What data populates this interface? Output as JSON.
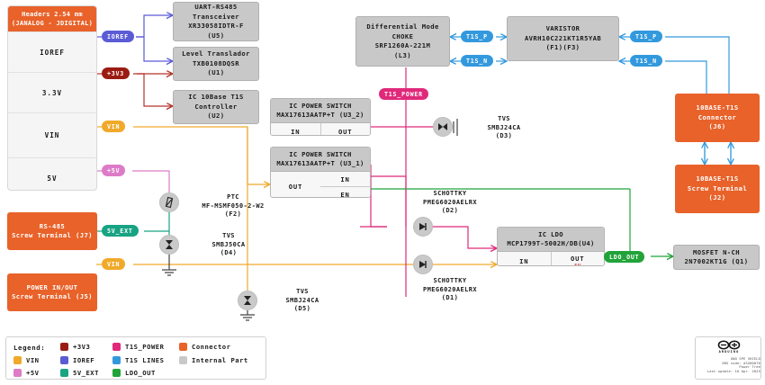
{
  "header_panel": {
    "title": "Headers 2.54 mm\n(JANALOG - JDIGITAL)",
    "rows": [
      "IOREF",
      "3.3V",
      "VIN",
      "5V"
    ]
  },
  "connectors": {
    "rs485_screw": "RS-485\nScrew Terminal (J7)",
    "power_screw": "POWER IN/OUT\nScrew Terminal (J5)",
    "t1s_connector": "10BASE-T1S\nConnector\n(J6)",
    "t1s_screw": "10BASE-T1S\nScrew Terminal\n(J2)"
  },
  "internal_parts": {
    "transceiver": "UART-RS485\nTransceiver\nXR33058IDTR-F\n(U5)",
    "level_translator": "Level Translador\nTXB0108DQSR\n(U1)",
    "t1s_controller": "IC 10Base T1S\nController\n(U2)",
    "choke": "Differential Mode\nCHOKE\nSRF1260A-221M\n(L3)",
    "varistor": "VARISTOR\nAVRH10C221KT1R5YAB\n(F1)(F3)",
    "mosfet": "MOSFET N-CH\n2N7002KT1G  (Q1)"
  },
  "power_switches": [
    {
      "caption": "IC POWER SWITCH\nMAX17613AATP+T  (U3_2)",
      "pins": [
        "IN",
        "OUT"
      ]
    },
    {
      "caption": "IC POWER SWITCH\nMAX17613AATP+T  (U3_1)",
      "pin_left": "OUT",
      "pins_right": [
        "IN",
        "EN"
      ]
    }
  ],
  "ldo": {
    "caption": "IC LDO\nMCP1799T-5002H/DB(U4)",
    "pin_in": "IN",
    "pin_out": "OUT",
    "pin_out_sub": "5V"
  },
  "discretes": [
    {
      "name": "ptc-f2",
      "label": "PTC\nMF-MSMF050-2-W2\n(F2)",
      "glyph": "ptc"
    },
    {
      "name": "tvs-d4",
      "label": "TVS\nSMBJ50CA\n(D4)",
      "glyph": "tvs"
    },
    {
      "name": "tvs-d5",
      "label": "TVS\nSMBJ24CA\n(D5)",
      "glyph": "tvs"
    },
    {
      "name": "tvs-d3",
      "label": "TVS\nSMBJ24CA\n(D3)",
      "glyph": "tvs"
    },
    {
      "name": "schottky-d2",
      "label": "SCHOTTKY\nPMEG6020AELRX\n(D2)",
      "glyph": "diode"
    },
    {
      "name": "schottky-d1",
      "label": "SCHOTTKY\nPMEG6020AELRX\n(D1)",
      "glyph": "diode"
    }
  ],
  "nets": {
    "ioref": {
      "label": "IOREF",
      "color": "#5b5bd6"
    },
    "v3v3": {
      "label": "+3V3",
      "color": "#9b1b13"
    },
    "vin": {
      "label": "VIN",
      "color": "#f0a92a"
    },
    "v5v": {
      "label": "+5V",
      "color": "#dd7bc8"
    },
    "v5v_ext": {
      "label": "5V_EXT",
      "color": "#18a383"
    },
    "t1s_power": {
      "label": "T1S_POWER",
      "color": "#e0297a"
    },
    "t1s_p": {
      "label": "T1S_P",
      "color": "#3399dd"
    },
    "t1s_n": {
      "label": "T1S_N",
      "color": "#3399dd"
    },
    "ldo_out": {
      "label": "LDO_OUT",
      "color": "#22a33a"
    }
  },
  "legend": {
    "title": "Legend:",
    "items": [
      {
        "label": "+3V3",
        "color": "#9b1b13"
      },
      {
        "label": "T1S_POWER",
        "color": "#e0297a"
      },
      {
        "label": "Connector",
        "color": "#e8622a"
      },
      {
        "label": "VIN",
        "color": "#f0a92a"
      },
      {
        "label": "IOREF",
        "color": "#5b5bd6"
      },
      {
        "label": "T1S LINES",
        "color": "#3399dd"
      },
      {
        "label": "Internal Part",
        "color": "#c8c8c8"
      },
      {
        "label": "+5V",
        "color": "#dd7bc8"
      },
      {
        "label": "5V_EXT",
        "color": "#18a383"
      },
      {
        "label": "LDO_OUT",
        "color": "#22a33a"
      }
    ]
  },
  "title_block": {
    "brand": "ARDUINO",
    "lines": [
      "UNO SPE SHIELD",
      "DRG code: ASX00076",
      "Power Tree",
      "Last update: 16 Apr. 2025"
    ]
  }
}
